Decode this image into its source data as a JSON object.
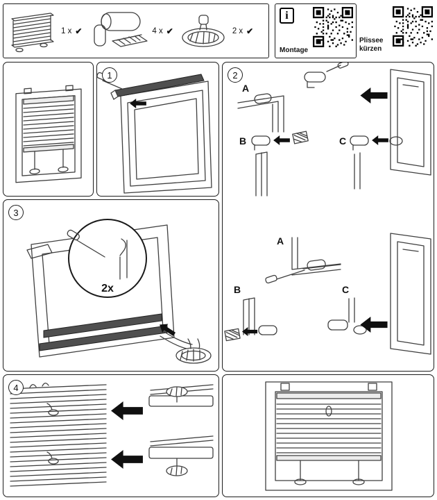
{
  "parts_box": {
    "items": [
      {
        "id": "pleated-blind",
        "qty": "1 x",
        "check": "✔"
      },
      {
        "id": "clamp-bracket",
        "qty": "4 x",
        "check": "✔"
      },
      {
        "id": "cord-tensioner",
        "qty": "2 x",
        "check": "✔"
      }
    ]
  },
  "info_box": {
    "icon_letter": "i",
    "montage_label": "Montage",
    "kuerzen_label": "Plissee kürzen"
  },
  "steps": {
    "step1": {
      "number": "1"
    },
    "step2": {
      "number": "2",
      "top": {
        "a": "A",
        "b": "B",
        "c": "C"
      },
      "bottom": {
        "a": "A",
        "b": "B",
        "c": "C"
      }
    },
    "step3": {
      "number": "3",
      "repeat": "2x"
    },
    "step4": {
      "number": "4"
    }
  },
  "colors": {
    "line": "#3f3f3f",
    "arrow": "#101010",
    "panel_border": "#1c1c1c"
  }
}
